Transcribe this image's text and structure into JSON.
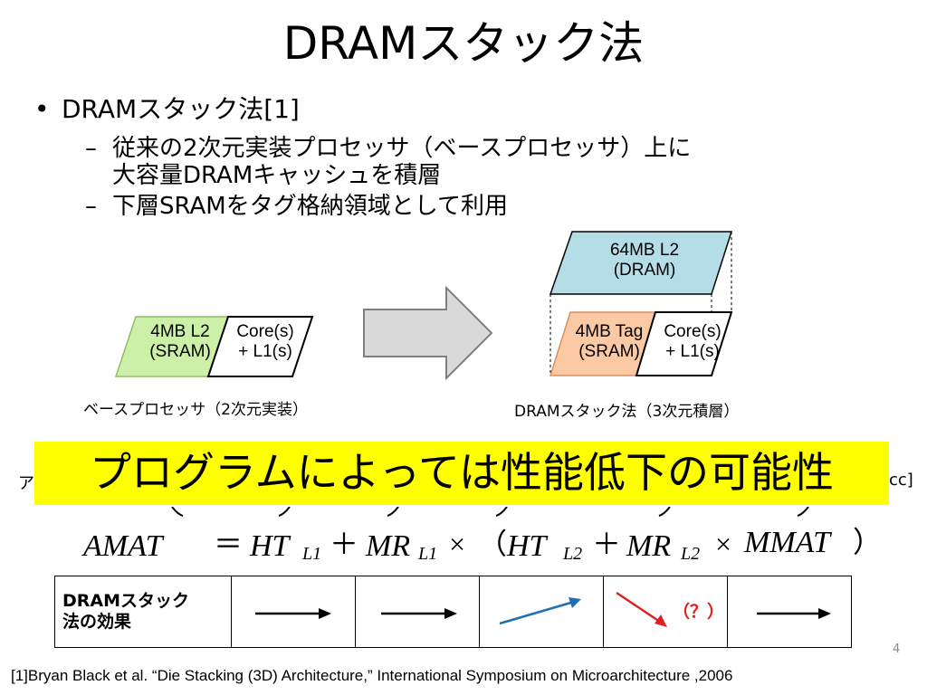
{
  "slide": {
    "title": "DRAMスタック法",
    "bullet": "DRAMスタック法[1]",
    "sub_items": [
      {
        "line1": "従来の2次元実装プロセッサ（ベースプロセッサ）上に",
        "line2": "大容量DRAMキャッシュを積層"
      },
      {
        "line1": "下層SRAMをタグ格納領域として利用"
      }
    ],
    "bullet_symbol": "•",
    "dash_symbol": "–"
  },
  "diagram": {
    "base": {
      "l2_line1": "4MB L2",
      "l2_line2": "(SRAM)",
      "core_line1": "Core(s)",
      "core_line2": "+ L1(s)",
      "caption": "ベースプロセッサ（2次元実装）",
      "l2_color": "#ccf0a8"
    },
    "stack": {
      "dram_line1": "64MB L2",
      "dram_line2": "(DRAM)",
      "tag_line1": "4MB Tag",
      "tag_line2": "(SRAM)",
      "core_line1": "Core(s)",
      "core_line2": "+ L1(s)",
      "caption": "DRAMスタック法（3次元積層）",
      "dram_color": "#b5dde8",
      "tag_color": "#fbc9a3"
    },
    "arrow_color": "#d9d9d9"
  },
  "banner": {
    "text": "プログラムによっては性能低下の可能性",
    "color": "#ffff00",
    "hidden_left": "ア",
    "hidden_right": "cc]"
  },
  "formula": {
    "amat": "AMAT",
    "eq": "＝",
    "ht": "HT",
    "mr": "MR",
    "l1": "L1",
    "l2": "L2",
    "plus": "＋",
    "times": "×",
    "lparen": "（",
    "rparen": "）",
    "mmat": "MMAT"
  },
  "effect_table": {
    "label_line1": "DRAMスタック",
    "label_line2": "法の効果",
    "question": "（？）",
    "blue": "#1f6fb5",
    "red": "#e02020"
  },
  "page_number": "4",
  "reference": "[1]Bryan Black et al. “Die  Stacking (3D) Architecture,”   International Symposium on Microarchitecture ,2006"
}
